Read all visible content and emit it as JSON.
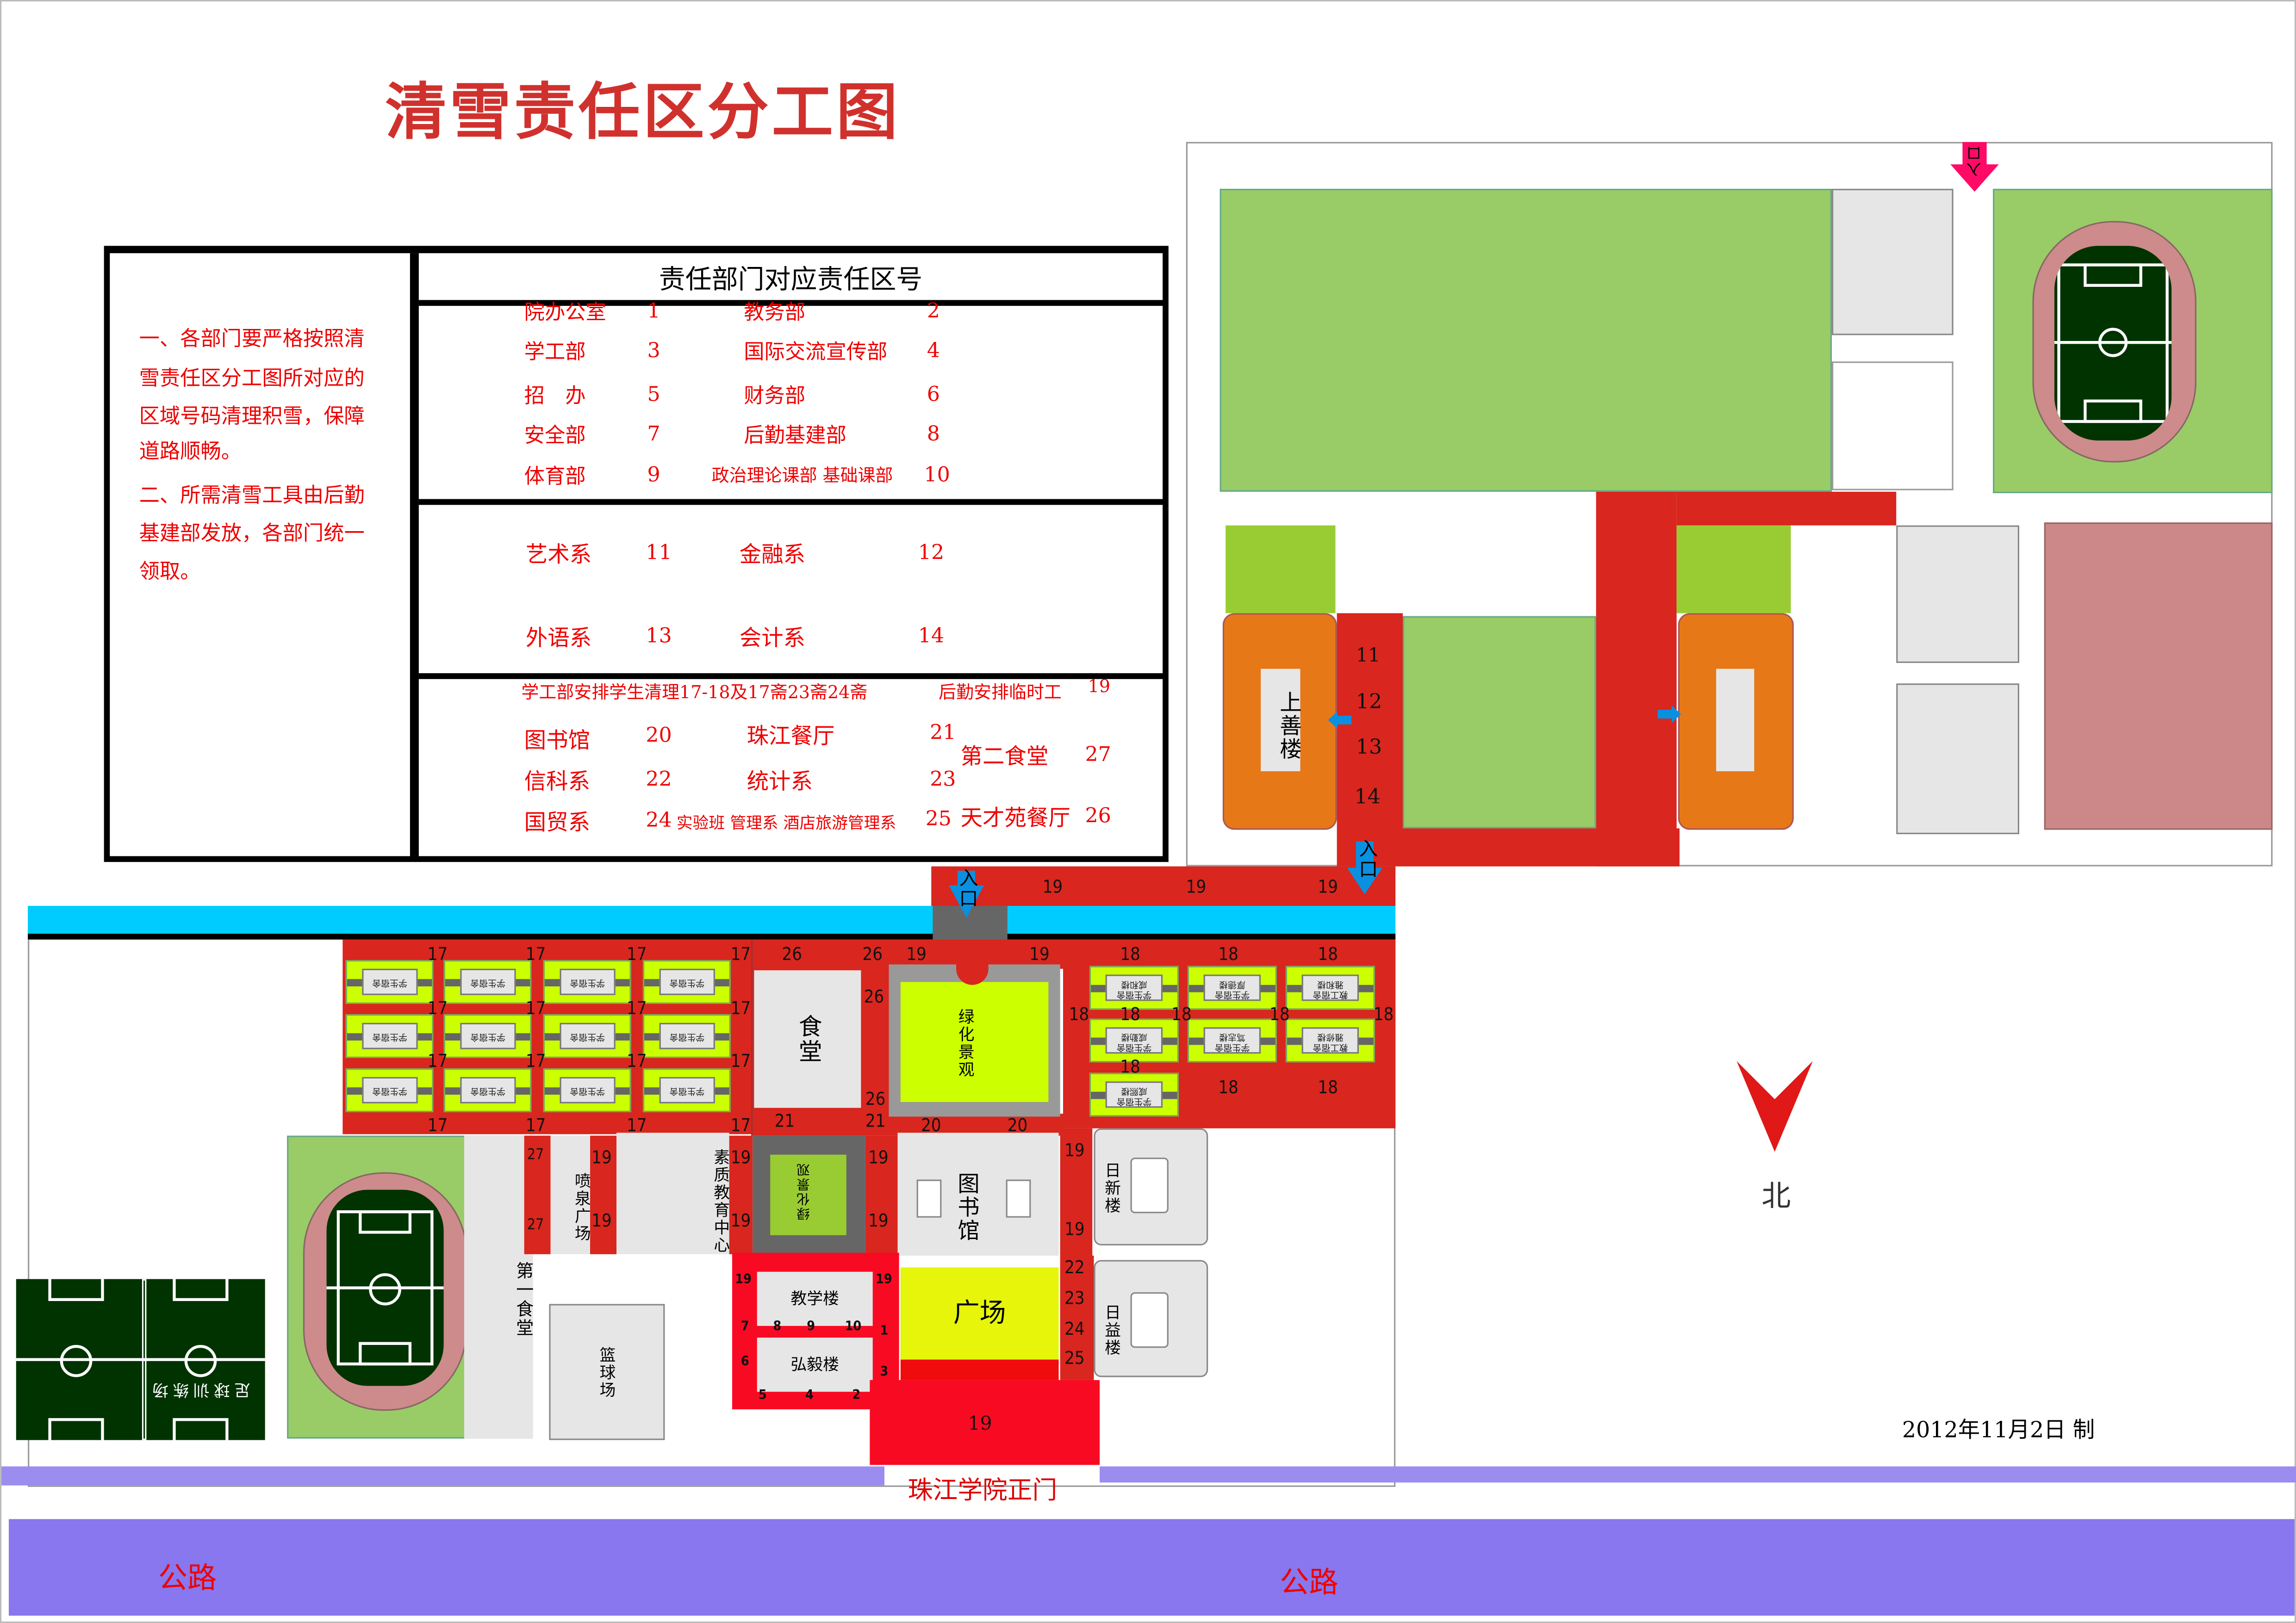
{
  "title": "清雪责任区分工图",
  "notes": {
    "lines": [
      "一、各部门要严格按照清",
      "雪责任区分工图所对应的",
      "区域号码清理积雪，保障",
      "道路顺畅。",
      "二、所需清雪工具由后勤",
      "基建部发放，各部门统一",
      "领取。"
    ]
  },
  "table": {
    "header": "责任部门对应责任区号",
    "section1": [
      {
        "dept": "院办公室",
        "zone": "1"
      },
      {
        "dept": "教务部",
        "zone": "2"
      },
      {
        "dept": "学工部",
        "zone": "3"
      },
      {
        "dept": "国际交流宣传部",
        "zone": "4"
      },
      {
        "dept": "招　办",
        "zone": "5"
      },
      {
        "dept": "财务部",
        "zone": "6"
      },
      {
        "dept": "安全部",
        "zone": "7"
      },
      {
        "dept": "后勤基建部",
        "zone": "8"
      },
      {
        "dept": "体育部",
        "zone": "9"
      },
      {
        "dept": "政治理论课部 基础课部",
        "zone": "10"
      }
    ],
    "section2": [
      {
        "dept": "艺术系",
        "zone": "11"
      },
      {
        "dept": "金融系",
        "zone": "12"
      },
      {
        "dept": "外语系",
        "zone": "13"
      },
      {
        "dept": "会计系",
        "zone": "14"
      }
    ],
    "section3": {
      "student_note": "学工部安排学生清理17-18及17斋23斋24斋",
      "temp_note": "后勤安排临时工",
      "temp_zone": "19",
      "items": [
        {
          "dept": "图书馆",
          "zone": "20"
        },
        {
          "dept": "珠江餐厅",
          "zone": "21"
        },
        {
          "dept": "信科系",
          "zone": "22"
        },
        {
          "dept": "统计系",
          "zone": "23"
        },
        {
          "dept": "国贸系",
          "zone": "24"
        },
        {
          "dept": "实验班 管理系 酒店旅游管理系",
          "zone": "25"
        },
        {
          "dept": "第二食堂",
          "zone": "27"
        },
        {
          "dept": "天才苑餐厅",
          "zone": "26"
        }
      ]
    }
  },
  "map": {
    "buildings": {
      "shangshan": "上善楼",
      "canteen": "食堂",
      "greenery": "绿化景观",
      "library": "图书馆",
      "rixin": "日新楼",
      "riyi": "日益楼",
      "first_canteen": "第一食堂",
      "fountain": "喷泉广场",
      "quality_center": "素质教育中心",
      "basketball": "篮球场",
      "teaching": "教学楼",
      "hongyi": "弘毅楼",
      "plaza": "广场",
      "greenery2": "绿化景观",
      "soccer": "足球训练场",
      "gate": "珠江学院正门"
    },
    "entrance": "入口",
    "north": "北",
    "road": "公路",
    "date": "2012年11月2日 制",
    "left_dorm_label": [
      "学生宿舍"
    ],
    "right_dorms": [
      [
        "学生宿舍",
        "咸和楼"
      ],
      [
        "学生宿舍",
        "厚德楼"
      ],
      [
        "教工宿舍",
        "雅和楼"
      ],
      [
        "学生宿舍",
        "咸勤楼"
      ],
      [
        "学生宿舍",
        "笃志楼"
      ],
      [
        "教工宿舍",
        "雅修楼"
      ],
      [
        "学生宿舍",
        "咸熙楼"
      ]
    ],
    "zones": {
      "z1": "1",
      "z2": "2",
      "z3": "3",
      "z4": "4",
      "z5": "5",
      "z6": "6",
      "z7": "7",
      "z8": "8",
      "z9": "9",
      "z10": "10",
      "z11": "11",
      "z12": "12",
      "z13": "13",
      "z14": "14",
      "z17": "17",
      "z18": "18",
      "z19": "19",
      "z20": "20",
      "z21": "21",
      "z22": "22",
      "z23": "23",
      "z24": "24",
      "z25": "25",
      "z26": "26",
      "z27": "27"
    }
  },
  "colors": {
    "zone_red": "#d9261e",
    "road": "#8877ee",
    "river": "#00ccff",
    "grass": "#99cc66",
    "dorm": "#ccff00",
    "title": "#d0312d"
  }
}
